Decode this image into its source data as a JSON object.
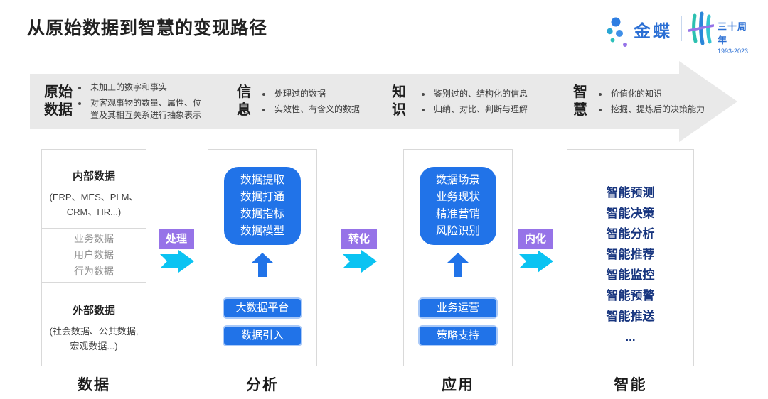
{
  "page": {
    "title": "从原始数据到智慧的变现路径"
  },
  "logo": {
    "brand": "金蝶",
    "anniversary": "三十周年",
    "years": "1993-2023"
  },
  "banner": {
    "stages": [
      {
        "heading": [
          "原始",
          "数据"
        ],
        "bullets": [
          "未加工的数字和事实",
          "对客观事物的数量、属性、位置及其相互关系进行抽象表示"
        ]
      },
      {
        "heading": [
          "信",
          "息"
        ],
        "bullets": [
          "处理过的数据",
          "实效性、有含义的数据"
        ]
      },
      {
        "heading": [
          "知",
          "识"
        ],
        "bullets": [
          "鉴别过的、结构化的信息",
          "归纳、对比、判断与理解"
        ]
      },
      {
        "heading": [
          "智",
          "慧"
        ],
        "bullets": [
          "价值化的知识",
          "挖掘、提炼后的决策能力"
        ]
      }
    ]
  },
  "flow": {
    "badges": [
      "处理",
      "转化",
      "内化"
    ]
  },
  "columns": [
    {
      "label": "数据",
      "internal": {
        "title": "内部数据",
        "sub": "(ERP、MES、PLM、CRM、HR...)"
      },
      "middle": [
        "业务数据",
        "用户数据",
        "行为数据"
      ],
      "external": {
        "title": "外部数据",
        "sub": "(社会数据、公共数据, 宏观数据...)"
      }
    },
    {
      "label": "分析",
      "card": [
        "数据提取",
        "数据打通",
        "数据指标",
        "数据模型"
      ],
      "buttons": [
        "大数据平台",
        "数据引入"
      ]
    },
    {
      "label": "应用",
      "card": [
        "数据场景",
        "业务现状",
        "精准营销",
        "风险识别"
      ],
      "buttons": [
        "业务运营",
        "策略支持"
      ]
    },
    {
      "label": "智能",
      "items": [
        "智能预测",
        "智能决策",
        "智能分析",
        "智能推荐",
        "智能监控",
        "智能预警",
        "智能推送",
        "..."
      ]
    }
  ],
  "colors": {
    "accent_blue": "#2173e8",
    "badge_purple": "#9673e8",
    "arrow_cyan": "#0bc3f2",
    "navy_text": "#17357f",
    "banner_gray": "#e9e9e9",
    "brand_blue": "#2b6fd4"
  }
}
